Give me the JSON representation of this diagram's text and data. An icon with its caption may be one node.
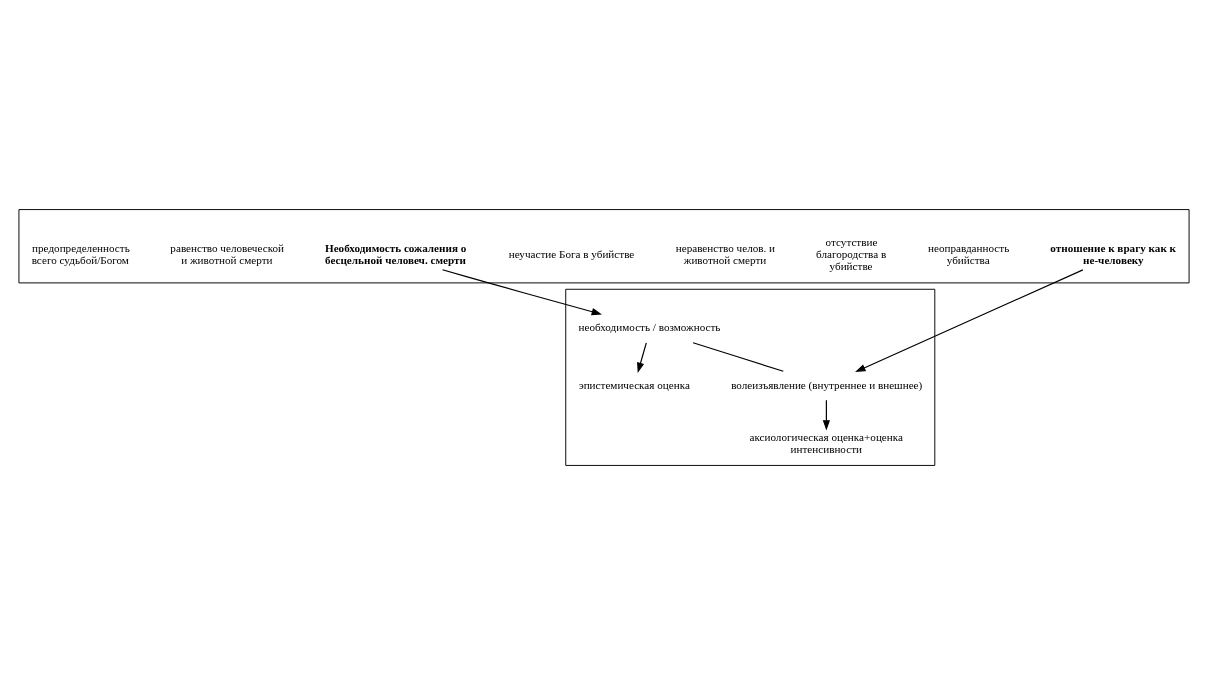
{
  "diagram": {
    "nodes": [
      {
        "text": [],
        "shape": "box"
      },
      {
        "text": [
          "Необходимость сожаления о бесцельной человеч. смерти"
        ],
        "in": 0
      },
      {
        "text": [
          "неоправданность убийства"
        ],
        "in": 0
      },
      {
        "text": [
          "отсутствие благородства в убийстве"
        ],
        "in": 0
      },
      {
        "text": [
          "неравенство челов. и животной смерти"
        ],
        "in": 0
      },
      {
        "text": [
          "неучастие Бога в убийстве"
        ],
        "in": 0
      },
      {
        "text": [
          "отношение к врагу как к не-человеку"
        ],
        "in": 0
      },
      {
        "text": [
          "равенство человеческой и животной смерти"
        ],
        "in": 0
      },
      {
        "text": [
          "предопределенность всего судьбой/Богом"
        ],
        "in": 0
      },
      {
        "text": [],
        "shape": "box"
      },
      {
        "text": [
          "эпистемическая оценка"
        ],
        "in": 9
      },
      {
        "text": [
          "необходимость / возможность"
        ],
        "in": 9
      },
      {
        "text": [
          "волеизъявление (внутреннее и внешнее)"
        ],
        "in": 9
      },
      {
        "text": [
          "аксиологическая оценка+оценка интенсивности"
        ],
        "in": 9
      }
    ],
    "edges": [
      {
        "from": 1,
        "to": 11,
        "arrow": "to"
      },
      {
        "from": 11,
        "to": 10,
        "arrow": "to"
      },
      {
        "from": 11,
        "to": 12,
        "arrow": "none"
      },
      {
        "from": 6,
        "to": 12,
        "arrow": "to"
      },
      {
        "from": 12,
        "to": 13,
        "arrow": "to"
      }
    ]
  }
}
